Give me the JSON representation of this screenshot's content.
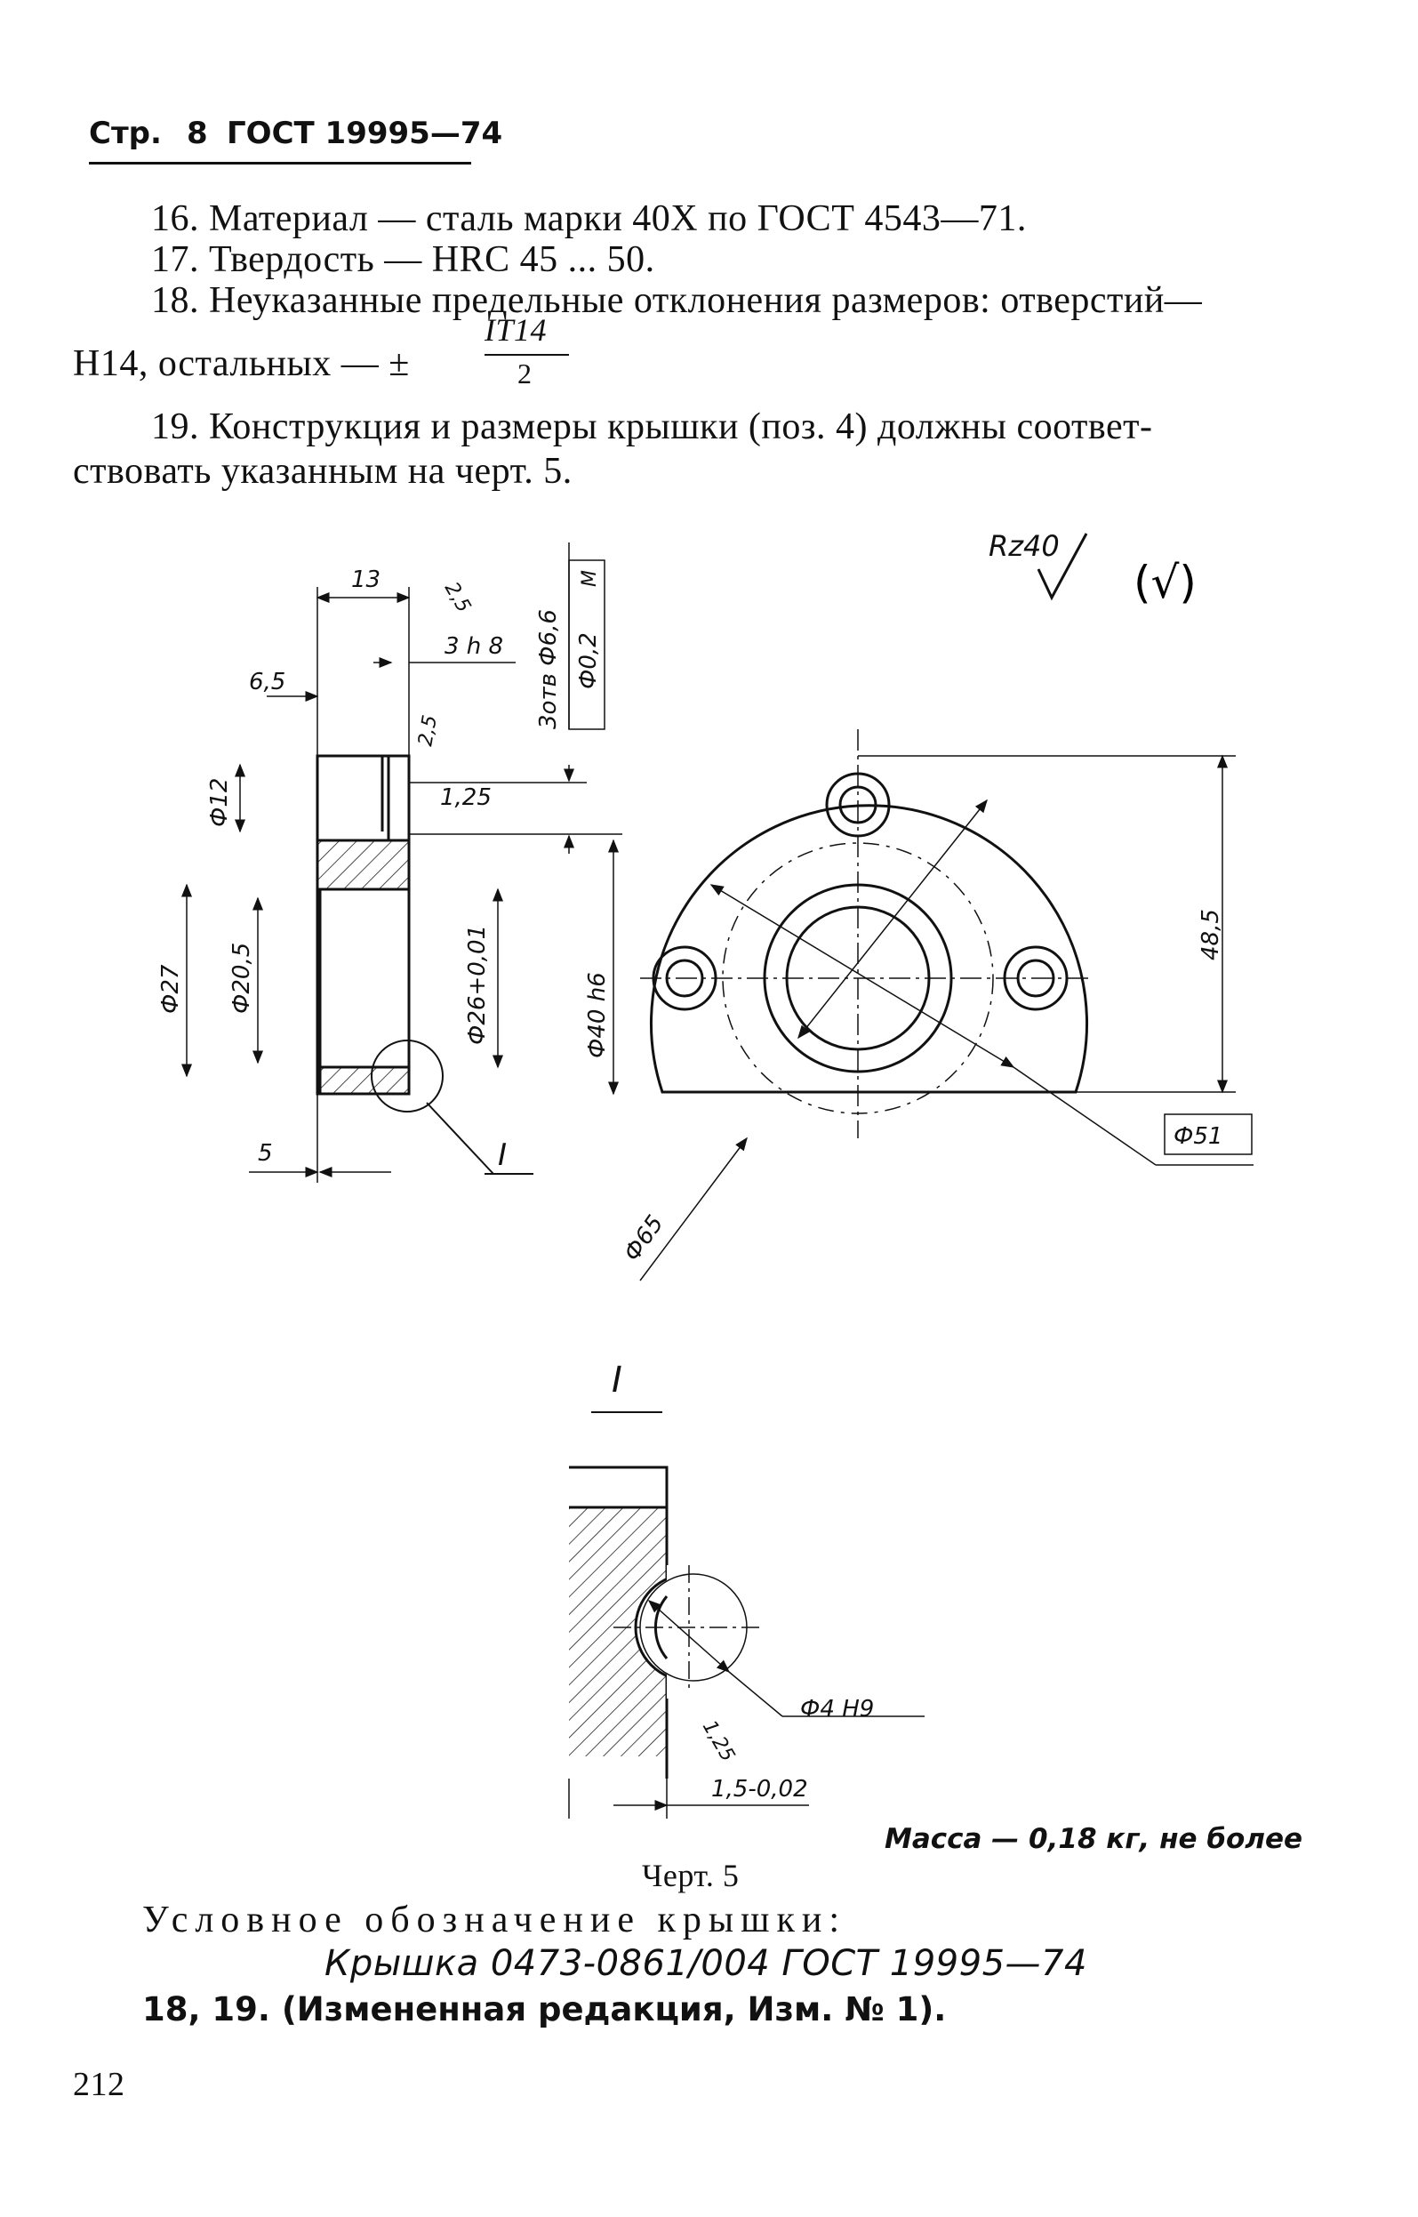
{
  "header": {
    "page_label": "Стр.",
    "page_num": "8",
    "standard": "ГОСТ 19995—74"
  },
  "items": {
    "p16": "16. Материал — сталь марки 40Х по ГОСТ 4543—71.",
    "p17": "17. Твердость — HRC 45 ... 50.",
    "p18_line1": "18. Неуказанные предельные отклонения размеров: отверстий—",
    "p18_h14": "Н14, остальных — ±",
    "p18_frac_num": "IT14",
    "p18_frac_den": "2",
    "p19_line1": "19. Конструкция и размеры крышки (поз. 4) должны соответ-",
    "p19_line2": "ствовать указанным на черт. 5."
  },
  "drawing": {
    "roughness": "Rz40",
    "roughness_other": "(√)",
    "dims": {
      "d13": "13",
      "d25a": "2,5",
      "d3h8": "3 h 8",
      "d65": "6,5",
      "d25b": "2,5",
      "d30tv": "3отв Ф6,6",
      "tol_pos": "Ф0,2",
      "tol_m": "M",
      "d125": "1,25",
      "d12": "Ф12",
      "d27": "Ф27",
      "d205": "Ф20,5",
      "d26": "Ф26+0,01",
      "d40": "Ф40 h6",
      "d5": "5",
      "detail_ref": "I",
      "d485": "48,5",
      "d51": "Ф51",
      "d65dia": "Ф65"
    },
    "detail": {
      "title": "I",
      "d4h9": "Ф4 Н9",
      "d125": "1,25",
      "d15": "1,5-0,02"
    },
    "mass": "Масса — 0,18 кг, не более",
    "caption": "Черт. 5"
  },
  "designation": {
    "label": "Условное обозначение крышки:",
    "value": "Крышка 0473-0861/004 ГОСТ 19995—74"
  },
  "change_note": "18, 19. (Измененная редакция, Изм. № 1).",
  "page_number": "212"
}
